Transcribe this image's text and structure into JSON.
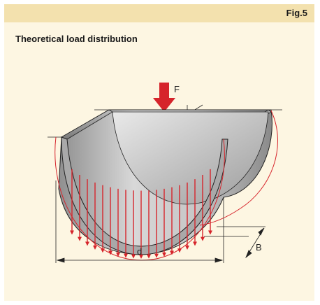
{
  "header": {
    "fig_label": "Fig.5"
  },
  "title": "Theoretical load distribution",
  "diagram": {
    "labels": {
      "force": "F",
      "width": "B",
      "diameter": "d"
    },
    "colors": {
      "accent": "#d6242b",
      "panel": "#fdf6e2",
      "header": "#f3e1ae",
      "shell": "#c4c4c4"
    }
  }
}
